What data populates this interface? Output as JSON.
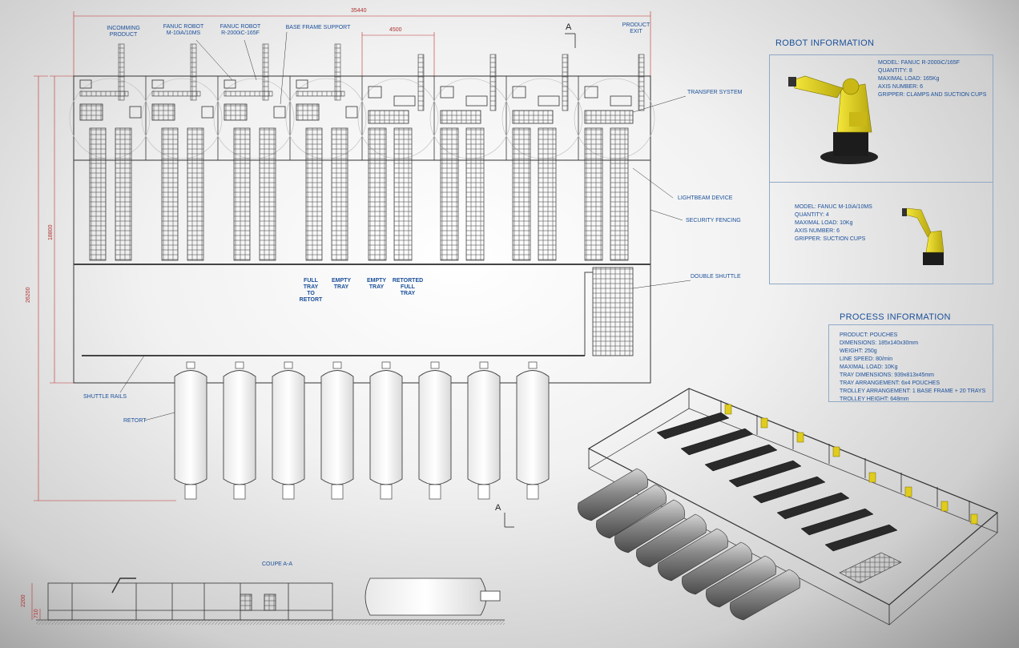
{
  "dimensions": {
    "total_length": "35440",
    "module_width": "4500",
    "height_inner": "18800",
    "height_total": "26200",
    "section_height": "2200",
    "section_base": "710"
  },
  "section_markers": {
    "top": "A",
    "bottom": "A"
  },
  "plan_labels": {
    "incoming_product": "INCOMMING\nPRODUCT",
    "fanuc_small": "FANUC ROBOT\nM-10iA/10MS",
    "fanuc_large": "FANUC ROBOT\nR-2000iC-165F",
    "base_frame_support": "BASE FRAME SUPPORT",
    "product_exit": "PRODUCT\nEXIT",
    "transfer_system": "TRANSFER SYSTEM",
    "lightbeam_device": "LIGHTBEAM DEVICE",
    "security_fencing": "SECURITY FENCING",
    "double_shuttle": "DOUBLE SHUTTLE",
    "shuttle_rails": "SHUTTLE RAILS",
    "retort": "RETORT",
    "full_tray": "FULL\nTRAY\nTO RETORT",
    "empty_tray_1": "EMPTY\nTRAY",
    "empty_tray_2": "EMPTY\nTRAY",
    "retorted_tray": "RETORTED\nFULL\nTRAY"
  },
  "section_view": {
    "title": "COUPE A-A"
  },
  "robot_info": {
    "title": "ROBOT INFORMATION",
    "robot1": [
      "MODEL: FANUC R-2000iC/165F",
      "QUANTITY: 8",
      "MAXIMAL LOAD: 165Kg",
      "AXIS NUMBER: 6",
      "GRIPPER: CLAMPS AND SUCTION CUPS"
    ],
    "robot2": [
      "MODEL: FANUC M-10iA/10MS",
      "QUANTITY: 4",
      "MAXIMAL LOAD: 10Kg",
      "AXIS NUMBER: 6",
      "GRIPPER: SUCTION CUPS"
    ]
  },
  "process_info": {
    "title": "PROCESS INFORMATION",
    "lines": [
      "PRODUCT: POUCHES",
      "DIMENSIONS: 185x140x30mm",
      "WEIGHT: 250g",
      "LINE SPEED: 80/min",
      "MAXIMAL LOAD: 10Kg",
      "TRAY DIMENSIONS: 939x813x45mm",
      "TRAY ARRANGEMENT: 6x4 POUCHES",
      "TROLLEY ARRANGEMENT: 1 BASE FRAME + 20 TRAYS",
      "TROLLEY HEIGHT: 648mm"
    ]
  },
  "colors": {
    "line": "#333333",
    "dimension": "#c03030",
    "label": "#1a4f9a",
    "robot_yellow": "#e6d21a"
  }
}
